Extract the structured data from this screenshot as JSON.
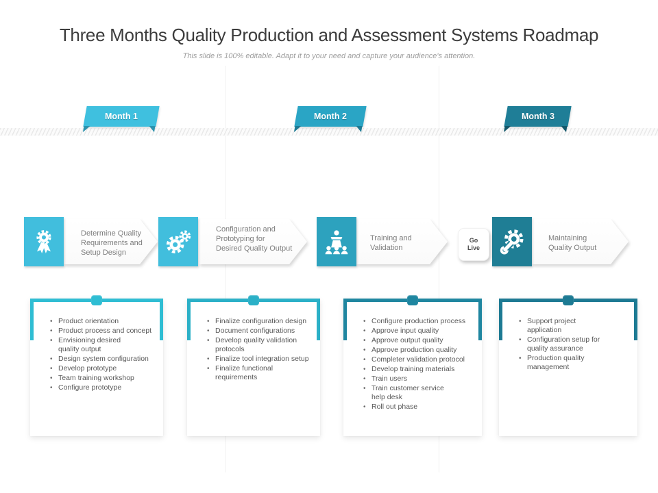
{
  "slide": {
    "title": "Three Months Quality Production and Assessment Systems Roadmap",
    "subtitle": "This slide is 100% editable. Adapt it to your need and capture your audience's attention."
  },
  "timeline": {
    "months": [
      {
        "label": "Month 1",
        "color": "#3fc0df"
      },
      {
        "label": "Month 2",
        "color": "#2aa5c5"
      },
      {
        "label": "Month 3",
        "color": "#1f7e97"
      }
    ]
  },
  "phases": [
    {
      "icon": "award-ribbon-icon",
      "color": "#41bedd",
      "label": "Determine Quality\nRequirements and\nSetup Design"
    },
    {
      "icon": "gears-icon",
      "color": "#41bedd",
      "label": "Configuration and\nPrototyping for\nDesired Quality Output"
    },
    {
      "icon": "training-presenter-icon",
      "color": "#2da2be",
      "label": "Training and\nValidation"
    },
    {
      "icon": "wrench-gear-icon",
      "color": "#1f7e95",
      "label": "Maintaining\nQuality Output"
    }
  ],
  "go_live": {
    "label": "Go\nLive"
  },
  "task_boxes": [
    {
      "accent": "#2fbdd3",
      "items": [
        "Product orientation",
        "Product process and concept",
        "Envisioning desired\nquality output",
        "Design system configuration",
        "Develop prototype",
        "Team training workshop",
        "Configure prototype"
      ]
    },
    {
      "accent": "#2bb0c7",
      "items": [
        "Finalize configuration design",
        "Document configurations",
        "Develop quality validation\nprotocols",
        "Finalize tool integration setup",
        "Finalize functional\nrequirements"
      ]
    },
    {
      "accent": "#1f86a0",
      "items": [
        "Configure production process",
        "Approve input quality",
        "Approve output quality",
        "Approve production quality",
        "Completer validation protocol",
        "Develop training materials",
        "Train users",
        "Train customer service\nhelp desk",
        "Roll out phase"
      ]
    },
    {
      "accent": "#1d7a93",
      "items": [
        "Support project\napplication",
        "Configuration setup for\nquality assurance",
        "Production quality\nmanagement"
      ]
    }
  ]
}
